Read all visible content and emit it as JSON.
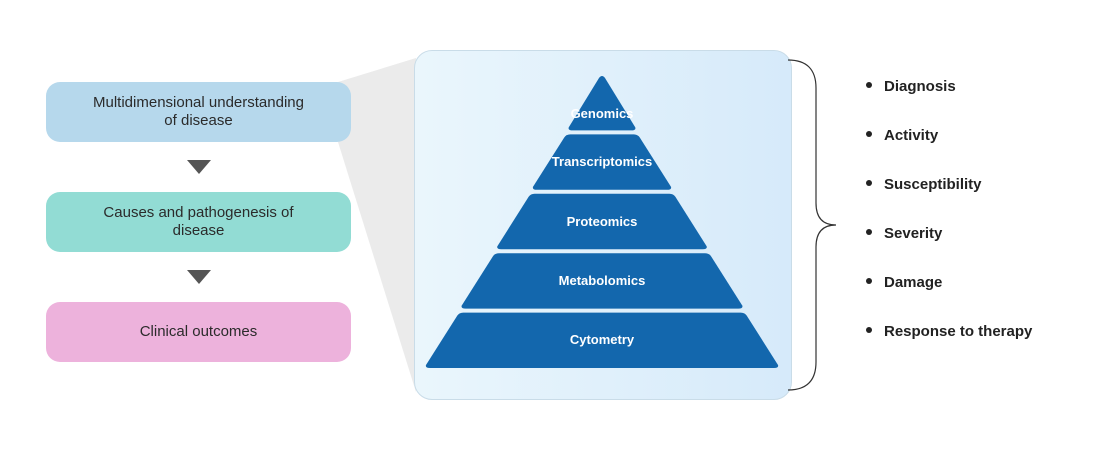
{
  "flow": {
    "steps": [
      {
        "label": "Multidimensional understanding of disease",
        "color": "#b6d8ec"
      },
      {
        "label": "Causes and pathogenesis of disease",
        "color": "#92dcd4"
      },
      {
        "label": "Clinical outcomes",
        "color": "#edb2dc"
      }
    ]
  },
  "pyramid": {
    "tiers": [
      "Genomics",
      "Transcriptomics",
      "Proteomics",
      "Metabolomics",
      "Cytometry"
    ],
    "tier_color": "#1367ad"
  },
  "outcomes": {
    "items": [
      "Diagnosis",
      "Activity",
      "Susceptibility",
      "Severity",
      "Damage",
      "Response to therapy"
    ]
  }
}
